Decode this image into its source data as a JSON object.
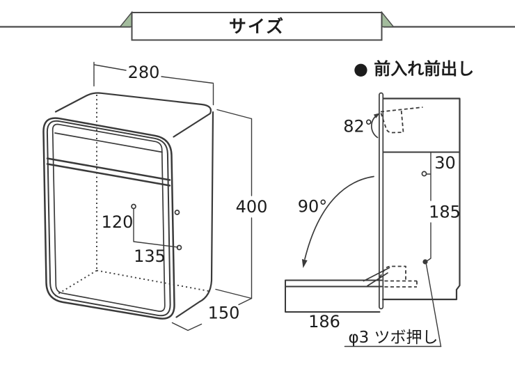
{
  "banner": {
    "title": "サイズ"
  },
  "colors": {
    "line": "#3a3a3a",
    "text": "#1c1c1c",
    "ribbon_green": "#a3bc9d"
  },
  "left_view": {
    "dim_width": "280",
    "dim_height": "400",
    "dim_depth": "150",
    "dim_hole_vertical": "120",
    "dim_hole_horizontal": "135"
  },
  "right_view": {
    "title": "● 前入れ前出し",
    "angle_flap": "82°",
    "angle_door": "90°",
    "dim_top_offset": "30",
    "dim_hole_spacing": "185",
    "dim_tray": "186",
    "hole_note": "φ3 ツボ押し"
  }
}
